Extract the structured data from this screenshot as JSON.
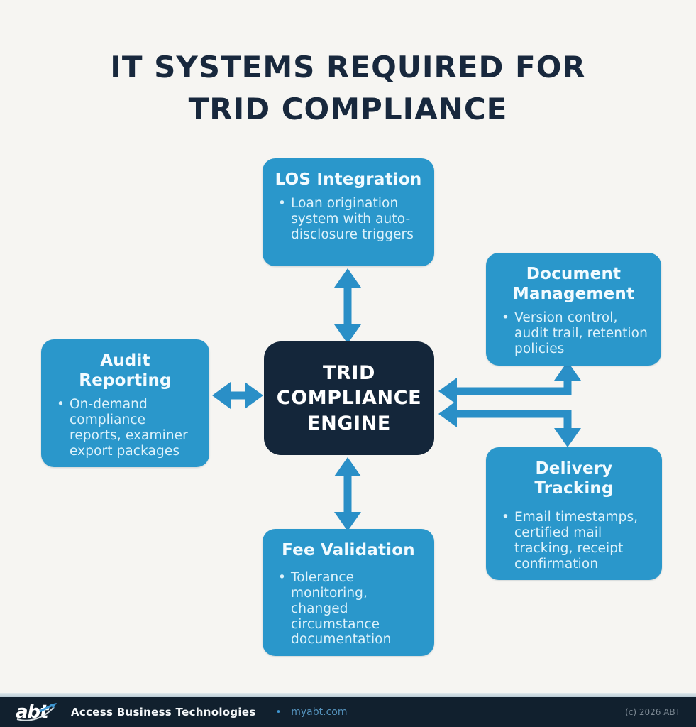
{
  "title": {
    "line1": "IT SYSTEMS REQUIRED FOR",
    "line2": "TRID COMPLIANCE"
  },
  "bullet_char": "•",
  "center": {
    "line1": "TRID",
    "line2": "COMPLIANCE",
    "line3": "ENGINE"
  },
  "nodes": {
    "los": {
      "title": "LOS Integration",
      "bullet": "Loan origination system with auto-disclosure triggers"
    },
    "docmgmt": {
      "title": "Document Management",
      "bullet": "Version control, audit trail, retention policies"
    },
    "audit": {
      "title": "Audit Reporting",
      "bullet": "On-demand compliance reports, examiner export packages"
    },
    "delivery": {
      "title": "Delivery Tracking",
      "bullet": "Email timestamps, certified mail tracking, receipt confirmation"
    },
    "fee": {
      "title": "Fee Validation",
      "bullet": "Tolerance monitoring, changed circumstance documentation"
    }
  },
  "connections": [
    {
      "from": "TRID COMPLIANCE ENGINE",
      "to": "LOS Integration",
      "bidirectional": true
    },
    {
      "from": "TRID COMPLIANCE ENGINE",
      "to": "Document Management",
      "bidirectional": true
    },
    {
      "from": "TRID COMPLIANCE ENGINE",
      "to": "Audit Reporting",
      "bidirectional": true
    },
    {
      "from": "TRID COMPLIANCE ENGINE",
      "to": "Delivery Tracking",
      "bidirectional": true
    },
    {
      "from": "TRID COMPLIANCE ENGINE",
      "to": "Fee Validation",
      "bidirectional": true
    }
  ],
  "footer": {
    "logo_text": "abt",
    "company": "Access Business Technologies",
    "separator": "•",
    "site": "myabt.com",
    "copyright": "(c) 2026 ABT"
  },
  "colors": {
    "background": "#f6f5f2",
    "node_bg": "#2a97cb",
    "center_bg": "#14263a",
    "arrow": "#2a8fc7",
    "title_color": "#18283d",
    "footer_bg": "#11202e",
    "footer_link": "#5593bd",
    "accent": "#3f97d2"
  }
}
